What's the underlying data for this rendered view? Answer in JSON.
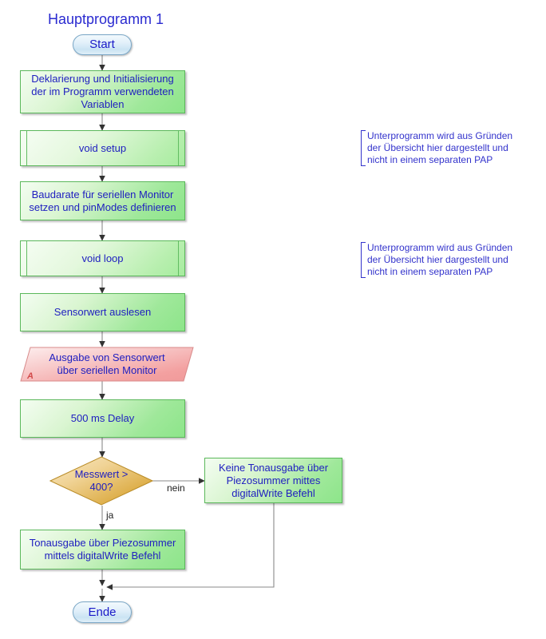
{
  "diagram": {
    "title": "Hauptprogramm 1",
    "colors": {
      "text_blue": "#2020c0",
      "title_blue": "#2a2ad0",
      "process_green": "#8de58a",
      "terminal_blue": "#cbe4f3",
      "io_red": "#f3a0a0",
      "decision_gold": "#daa93a",
      "note_blue": "#3333cc",
      "connector_gray": "#808080",
      "tag_red": "#d24a4a"
    },
    "nodes": [
      {
        "id": "start",
        "type": "terminal",
        "label": "Start"
      },
      {
        "id": "declare",
        "type": "process",
        "label": "Deklarierung und Initialisierung\nder im Programm verwendeten\nVariablen"
      },
      {
        "id": "setup",
        "type": "subroutine",
        "label": "void setup"
      },
      {
        "id": "baud",
        "type": "process",
        "label": "Baudarate für seriellen Monitor\nsetzen und pinModes definieren"
      },
      {
        "id": "loop",
        "type": "subroutine",
        "label": "void loop"
      },
      {
        "id": "sensor",
        "type": "process",
        "label": "Sensorwert auslesen"
      },
      {
        "id": "output",
        "type": "io",
        "label": "Ausgabe von Sensorwert\nüber seriellen Monitor",
        "tag": "A"
      },
      {
        "id": "delay",
        "type": "process",
        "label": "500 ms Delay"
      },
      {
        "id": "decision",
        "type": "decision",
        "label": "Messwert >\n400?"
      },
      {
        "id": "noTone",
        "type": "process",
        "label": "Keine Tonausgabe über\nPiezosummer mittes\ndigitalWrite Befehl"
      },
      {
        "id": "tone",
        "type": "process",
        "label": "Tonausgabe über Piezosummer\nmittels digitalWrite Befehl"
      },
      {
        "id": "end",
        "type": "terminal",
        "label": "Ende"
      }
    ],
    "edge_labels": [
      {
        "id": "nein",
        "label": "nein"
      },
      {
        "id": "ja",
        "label": "ja"
      }
    ],
    "notes": [
      {
        "id": "note-setup",
        "text": "Unterprogramm wird aus Gründen\nder Übersicht hier dargestellt und\nnicht in einem separaten PAP"
      },
      {
        "id": "note-loop",
        "text": "Unterprogramm wird aus Gründen\nder Übersicht hier dargestellt und\nnicht in einem separaten PAP"
      }
    ]
  }
}
